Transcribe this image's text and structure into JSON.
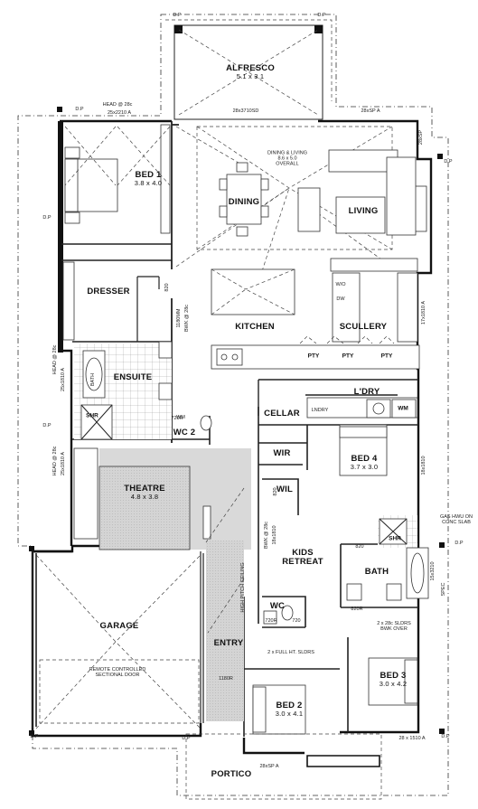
{
  "rooms": {
    "alfresco": {
      "name": "ALFRESCO",
      "size": "5.1 x 3.1"
    },
    "bed1": {
      "name": "BED 1",
      "size": "3.8 x 4.0"
    },
    "dining_living_note": {
      "line1": "DINING & LIVING",
      "line2": "8.6 x 5.0",
      "line3": "OVERALL"
    },
    "dining": {
      "name": "DINING"
    },
    "living": {
      "name": "LIVING"
    },
    "dresser": {
      "name": "DRESSER"
    },
    "kitchen": {
      "name": "KITCHEN"
    },
    "scullery": {
      "name": "SCULLERY"
    },
    "ensuite": {
      "name": "ENSUITE"
    },
    "ldry": {
      "name": "L'DRY"
    },
    "cellar": {
      "name": "CELLAR"
    },
    "wc2": {
      "name": "WC 2"
    },
    "wir": {
      "name": "WIR"
    },
    "bed4": {
      "name": "BED 4",
      "size": "3.7 x 3.0"
    },
    "theatre": {
      "name": "THEATRE",
      "size": "4.8 x 3.8"
    },
    "wil": {
      "name": "WIL"
    },
    "kids_retreat": {
      "line1": "KIDS",
      "line2": "RETREAT"
    },
    "bath": {
      "name": "BATH"
    },
    "garage": {
      "name": "GARAGE"
    },
    "entry": {
      "name": "ENTRY"
    },
    "wc": {
      "name": "WC"
    },
    "bed3": {
      "name": "BED 3",
      "size": "3.0 x 4.2"
    },
    "bed2": {
      "name": "BED 2",
      "size": "3.0 x 4.1"
    },
    "portico": {
      "name": "PORTICO"
    }
  },
  "fixtures": {
    "bath_tub": "BATH",
    "shr_ensuite": "SHR",
    "shr_bath": "SHR",
    "pty1": "PTY",
    "pty2": "PTY",
    "pty3": "PTY",
    "lndry": "LNDRY",
    "wm": "WM",
    "wm_small": "WM",
    "wo": "W/O",
    "dw": "DW"
  },
  "annotations": {
    "dp": "D.P",
    "head_28c_top": "HEAD @ 28c",
    "window_25x2210a": "25x2210 A",
    "window_28x3710sd": "28x3710SD",
    "window_28xsp_a_top": "28xSP A",
    "window_28xsp_right": "28xSP",
    "window_17x1810a": "17x1810 A",
    "window_18x1810_kid": "18x1810",
    "window_18x1810_bed4": "18x1810",
    "window_25x1810a": "25x1810 A",
    "window_25x1810a_b": "25x1810 A",
    "head_28c_left1": "HEAD @ 28c",
    "head_28c_left2": "HEAD @ 28c",
    "door_820": "820",
    "door_820r": "820R",
    "door_720r": "720R",
    "door_720": "720",
    "door_1180mm": "1180MM",
    "bwk_28c": "BWK @ 28c",
    "bwk_28c_b": "BWK @ 28c",
    "hps_ceiling": "HIGH PITCH CEILING",
    "gas_hwu": "GAS HWU ON",
    "conc_slab": "CONC SLAB",
    "spec": "SPEC",
    "sldrs_1": "2 x 28c SLDRS",
    "sldrs_1b": "BWK OVER",
    "sldrs_2": "2 x FULL HT. SLDRS",
    "remote1": "REMOTE CONTROLLED",
    "remote2": "SECTIONAL DOOR",
    "portico_win": "28xSP A",
    "window_28x1510a": "28 x 1510 A",
    "window_15x3210": "15x3210",
    "door_1180r": "1180R",
    "door_820_b": "820"
  }
}
